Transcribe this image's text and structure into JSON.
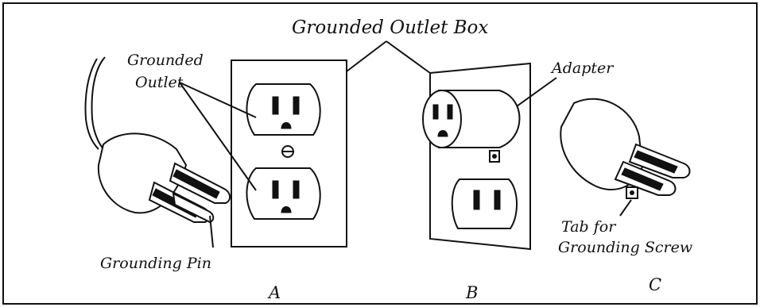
{
  "title": "Grounded Outlet Box",
  "labels": {
    "grounded_outlet_line1": "Grounded",
    "grounded_outlet_line2": "Outlet",
    "adapter": "Adapter",
    "grounding_pin": "Grounding Pin",
    "tab_line1": "Tab for",
    "tab_line2": "Grounding Screw"
  },
  "panels": {
    "a": "A",
    "b": "B",
    "c": "C"
  }
}
